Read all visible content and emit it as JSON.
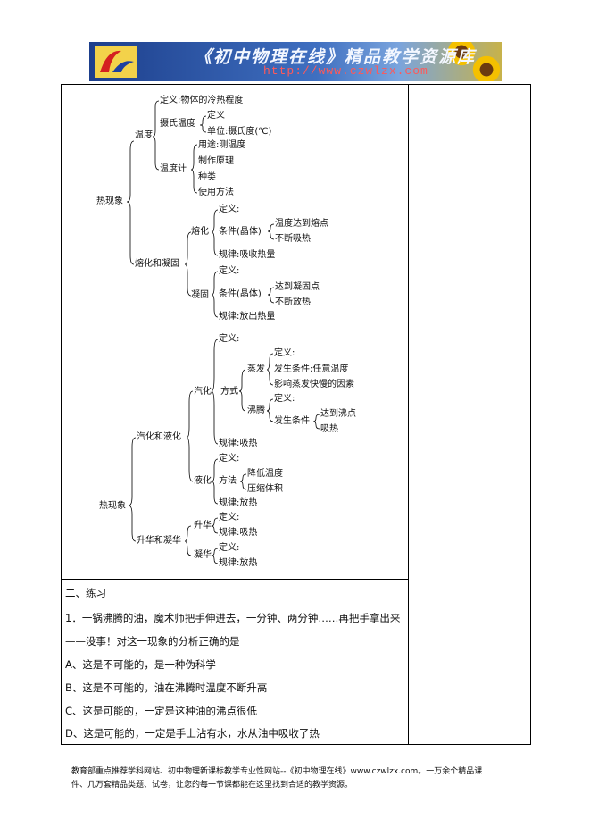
{
  "banner": {
    "title": "《初中物理在线》精品教学资源库",
    "url": "http://www.czwlzx.com"
  },
  "tree1": {
    "root": "热现象",
    "wendu": {
      "label": "温度",
      "dingyi": "定义:物体的冷热程度",
      "sheshi": "摄氏温度",
      "sheshi_def": "定义",
      "sheshi_unit": "单位:摄氏度(℃)",
      "wenduji": "温度计",
      "wdj_items": [
        "用途:测温度",
        "制作原理",
        "种类",
        "使用方法"
      ]
    },
    "rhny": {
      "label": "熔化和凝固",
      "ronghua": "熔化",
      "rh_def": "定义:",
      "rh_cond": "条件(晶体)",
      "rh_c1": "温度达到熔点",
      "rh_c2": "不断吸热",
      "rh_rule": "规律:吸收热量",
      "ninggu": "凝固",
      "ng_def": "定义:",
      "ng_cond": "条件(晶体)",
      "ng_c1": "达到凝固点",
      "ng_c2": "不断放热",
      "ng_rule": "规律:放出热量"
    }
  },
  "tree2": {
    "root": "热现象",
    "qhyh": {
      "label": "汽化和液化",
      "qihua": "汽化",
      "qh_def": "定义:",
      "fangshi": "方式",
      "zhengfa": "蒸发",
      "zf_def": "定义:",
      "zf_cond": "发生条件:任意温度",
      "zf_factor": "影响蒸发快慢的因素",
      "feiteng": "沸腾",
      "ft_def": "定义:",
      "ft_cond": "发生条件",
      "ft_c1": "达到沸点",
      "ft_c2": "吸热",
      "qh_rule": "规律:吸热",
      "yehua": "液化",
      "yh_def": "定义:",
      "yh_method": "方法",
      "yh_m1": "降低温度",
      "yh_m2": "压缩体积",
      "yh_rule": "规律:放热"
    },
    "shnh": {
      "label": "升华和凝华",
      "shenghua": "升华",
      "sh_def": "定义:",
      "sh_rule": "规律:吸热",
      "ninghua": "凝华",
      "nh_def": "定义:",
      "nh_rule": "规律:放热"
    }
  },
  "exercise": {
    "heading": "二、练习",
    "q1": "1．一锅沸腾的油，魔术师把手伸进去，一分钟、两分钟……再把手拿出来",
    "q1b": "——没事！对这一现象的分析正确的是",
    "options": [
      "A、这是不可能的，是一种伪科学",
      "B、这是不可能的，油在沸腾时温度不断升高",
      "C、这是可能的，一定是这种油的沸点很低",
      "D、这是可能的，一定是手上沾有水，水从油中吸收了热"
    ]
  },
  "footer": {
    "line1": "教育部重点推荐学科网站、初中物理新课标教学专业性网站--《初中物理在线》www.czwlzx.com。一万余个精品课",
    "line2": "件、几万套精品类题、试卷，让您的每一节课都能在这里找到合适的教学资源。"
  }
}
